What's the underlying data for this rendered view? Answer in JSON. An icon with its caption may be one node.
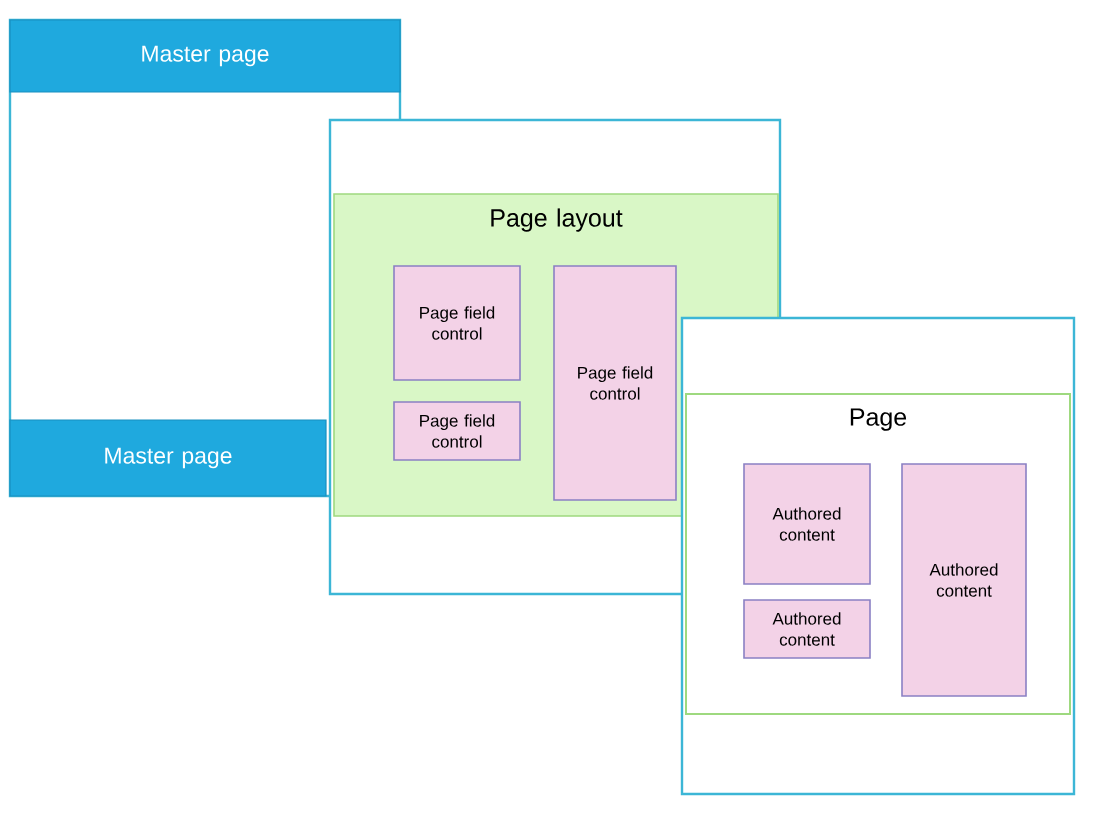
{
  "diagram": {
    "nodes": [
      {
        "text": [],
        "shape": "box"
      },
      {
        "text": [
          "Master page"
        ],
        "in": 0
      },
      {
        "text": [
          "Master page"
        ],
        "in": 0
      },
      {
        "text": [],
        "shape": "box"
      },
      {
        "text": [
          "Page layout"
        ],
        "in": 3
      },
      {
        "text": [
          "Page field control"
        ],
        "in": 4
      },
      {
        "text": [
          "Page field control"
        ],
        "in": 4
      },
      {
        "text": [
          "Page field control"
        ],
        "in": 4
      },
      {
        "text": [],
        "shape": "box"
      },
      {
        "text": [
          "Page"
        ],
        "in": 8
      },
      {
        "text": [
          "Authored content"
        ],
        "in": 9
      },
      {
        "text": [
          "Authored content"
        ],
        "in": 9
      },
      {
        "text": [
          "Authored content"
        ],
        "in": 9
      }
    ],
    "edges": []
  }
}
